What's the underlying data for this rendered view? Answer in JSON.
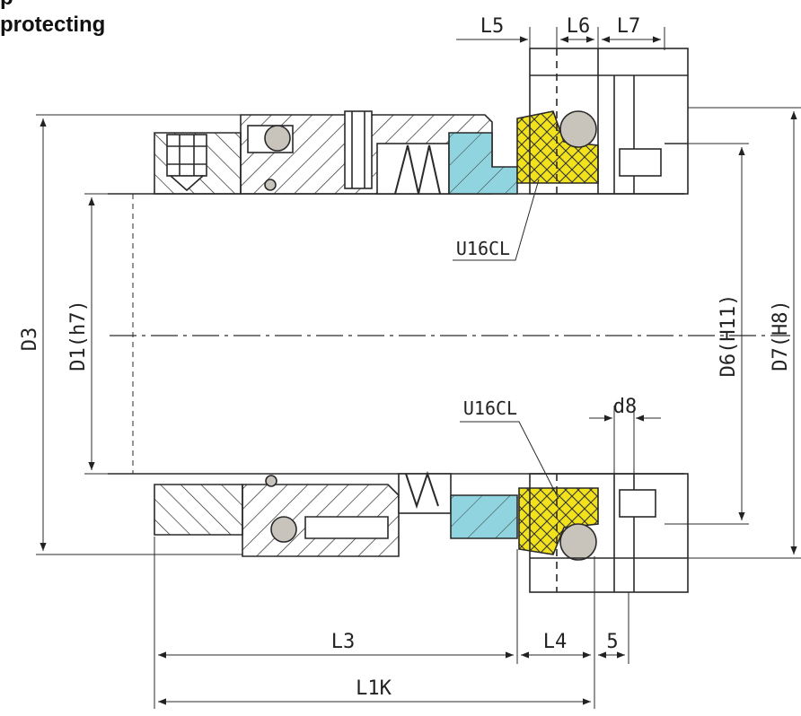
{
  "heading": {
    "line1": "Temperature protecting",
    "line2": "protecting"
  },
  "dimensions": {
    "L5": "L5",
    "L6": "L6",
    "L7": "L7",
    "D3": "D3",
    "D1": "D1(h7)",
    "D6": "D6(H11)",
    "D7": "D7(H8)",
    "d8": "d8",
    "L3": "L3",
    "L4": "L4",
    "S": "5",
    "L1K": "L1K"
  },
  "callouts": {
    "upper": "U16CL",
    "lower": "U16CL"
  },
  "colors": {
    "seal_face": "#f2e21c",
    "seat_ring": "#8fd4de",
    "oring": "#c8c4bc",
    "line": "#2a2a2a"
  }
}
